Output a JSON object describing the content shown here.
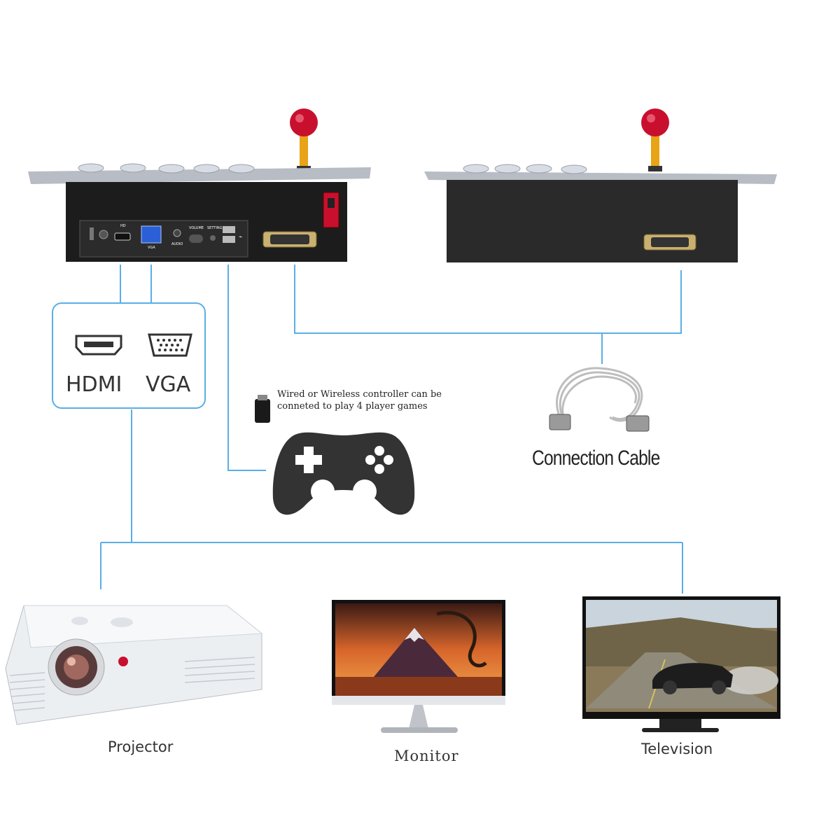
{
  "ports_box": {
    "hdmi_label": "HDMI",
    "vga_label": "VGA"
  },
  "panel_labels": {
    "hdmi": "HD",
    "vga": "VGA",
    "audio": "AUDIO",
    "volume": "VOLUME",
    "setting": "SETTING"
  },
  "controller_note": {
    "line1": "Wired or Wireless controller can be",
    "line2": "conneted to play 4 player games"
  },
  "cable": {
    "label": "Connection Cable"
  },
  "devices": {
    "projector": "Projector",
    "monitor": "Monitor",
    "television": "Television"
  },
  "colors": {
    "line": "#5aaee8",
    "button_red": "#c8102e",
    "stick": "#e8a317",
    "box_dark": "#1c1c1c"
  }
}
